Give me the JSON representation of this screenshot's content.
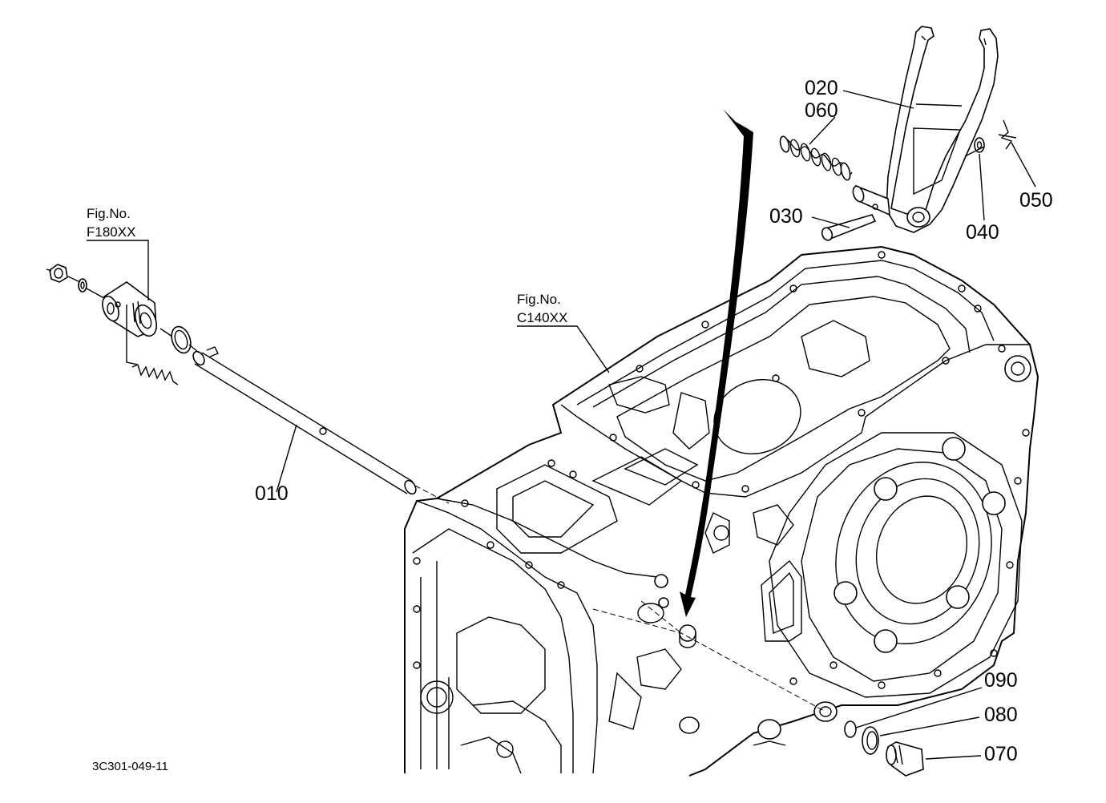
{
  "parts": [
    {
      "id": "p010",
      "label": "010"
    },
    {
      "id": "p020",
      "label": "020"
    },
    {
      "id": "p030",
      "label": "030"
    },
    {
      "id": "p040",
      "label": "040"
    },
    {
      "id": "p050",
      "label": "050"
    },
    {
      "id": "p060",
      "label": "060"
    },
    {
      "id": "p070",
      "label": "070"
    },
    {
      "id": "p080",
      "label": "080"
    },
    {
      "id": "p090",
      "label": "090"
    }
  ],
  "references": {
    "f180": {
      "title": "Fig.No.",
      "code": "F180XX"
    },
    "c140": {
      "title": "Fig.No.",
      "code": "C140XX"
    }
  },
  "drawing_number": "3C301-049-11"
}
